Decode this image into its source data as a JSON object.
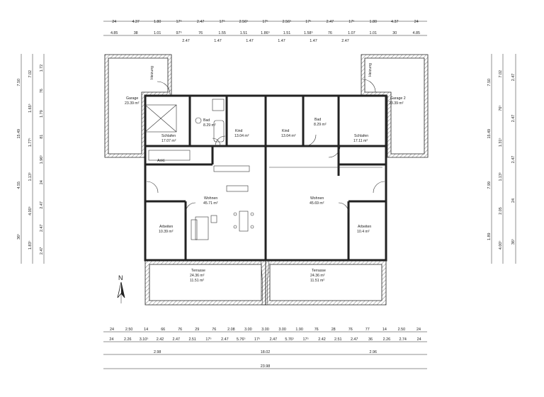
{
  "rooms": {
    "garage_left": {
      "name": "Garage",
      "area": "23.39 m²"
    },
    "garage_right": {
      "name": "Garage 2",
      "area": "23.39 m²"
    },
    "heizung_left": {
      "name": "Heizung"
    },
    "heizung_right": {
      "name": "Heizung"
    },
    "bad_left": {
      "name": "Bad",
      "area": "8.29 m²"
    },
    "bad_right": {
      "name": "Bad",
      "area": "8.29 m²"
    },
    "schlafen_left": {
      "name": "Schlafen",
      "area": "17.07 m²"
    },
    "schlafen_right": {
      "name": "Schlafen",
      "area": "17.11 m²"
    },
    "kind_left": {
      "name": "Kind",
      "area": "13.04 m²"
    },
    "kind_right": {
      "name": "Kind",
      "area": "13.04 m²"
    },
    "ankl": {
      "name": "Ankl."
    },
    "wohnen_left": {
      "name": "Wohnen",
      "area": "45.71 m²"
    },
    "wohnen_right": {
      "name": "Wohnen",
      "area": "45.69 m²"
    },
    "arbeiten_left": {
      "name": "Arbeiten",
      "area": "10.39 m²"
    },
    "arbeiten_right": {
      "name": "Arbeiten",
      "area": "10.4 m²"
    },
    "terrasse_left": {
      "name": "Terrasse",
      "area1": "24.36 m²",
      "area2": "11.51 m²"
    },
    "terrasse_right": {
      "name": "Terrasse",
      "area1": "24.36 m²",
      "area2": "11.51 m²"
    }
  },
  "north_label": "N",
  "dims": {
    "top1": [
      "24",
      "4.37",
      "1.80",
      "17⁵",
      "2.47",
      "17⁵",
      "2.56⁵",
      "17⁵",
      "2.56⁵",
      "17⁵",
      "2.47",
      "17⁵",
      "1.80",
      "4.37",
      "24"
    ],
    "top2": [
      "4.85",
      "38",
      "1.01",
      "97⁵",
      "76",
      "1.55",
      "1.51",
      "1.86⁵",
      "1.51",
      "1.58⁵",
      "76",
      "1.07",
      "1.01",
      "30",
      "4.85"
    ],
    "top2_sub": [
      "2.47",
      "1.47",
      "1.47",
      "1.47",
      "1.47",
      "2.47"
    ],
    "bottom1": [
      "24",
      "2.50",
      "14",
      "66",
      "76",
      "29",
      "76",
      "2.08",
      "3.00",
      "3.00",
      "3.00",
      "1.90",
      "76",
      "28",
      "76",
      "77",
      "14",
      "2.50",
      "24"
    ],
    "bottom2": [
      "24",
      "2.26",
      "3.10⁵",
      "2.42",
      "2.47",
      "2.51",
      "17⁵",
      "2.47",
      "5.76⁵",
      "17⁵",
      "2.47",
      "5.76⁵",
      "17⁵",
      "2.42",
      "2.51",
      "2.47",
      "36",
      "2.26",
      "2.74",
      "24"
    ],
    "bottom3": [
      "2.98",
      "18.02",
      "2.96"
    ],
    "bottom4": [
      "23.98"
    ],
    "left1": [
      "7.50",
      "15.49",
      "4.55",
      "36⁵"
    ],
    "left2": [
      "7.02",
      "1.65⁵",
      "1.77⁵",
      "1.13⁵",
      "4.00⁵",
      "1.83⁵"
    ],
    "left3": [
      "1.72",
      "76",
      "1.79",
      "81",
      "1.96⁵",
      "24",
      "2.47",
      "2.47",
      "2.47"
    ],
    "right1": [
      "7.50",
      "15.49",
      "7.99",
      "1.89"
    ],
    "right2": [
      "7.02",
      "76⁵",
      "1.31⁵",
      "1.13⁵",
      "2.05",
      "4.00⁵"
    ],
    "right3": [
      "2.47",
      "2.47",
      "2.47",
      "24",
      "36⁵"
    ]
  }
}
